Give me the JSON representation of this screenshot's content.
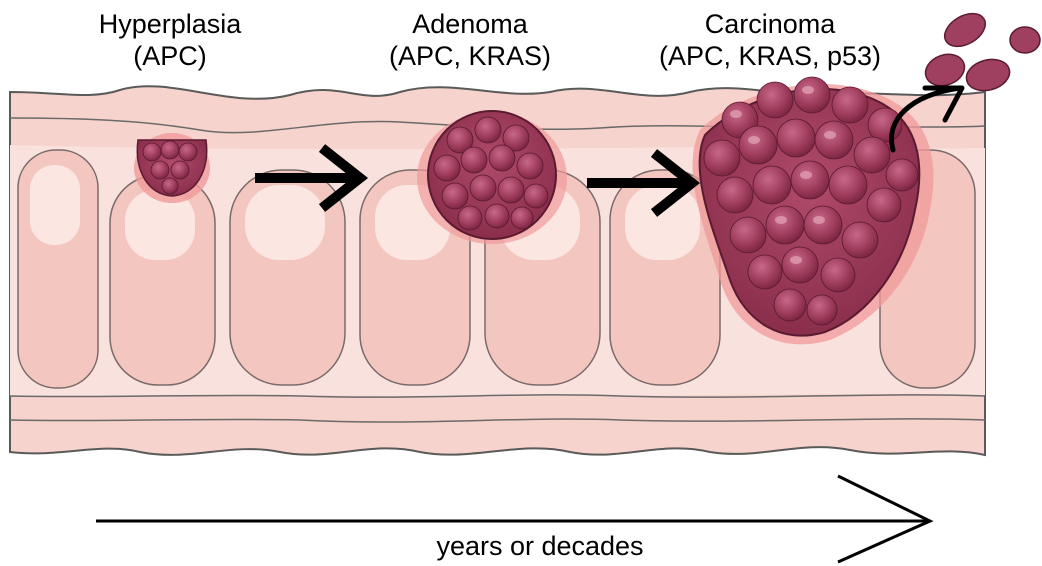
{
  "stages": [
    {
      "title": "Hyperplasia",
      "genes": "(APC)"
    },
    {
      "title": "Adenoma",
      "genes": "(APC, KRAS)"
    },
    {
      "title": "Carcinoma",
      "genes": "(APC, KRAS, p53)"
    }
  ],
  "timeline": {
    "label": "years or decades"
  },
  "colors": {
    "colon_wall": "#f5c9c5",
    "colon_inner": "#f9dcd7",
    "tumor": "#9e3c5a",
    "tumor_light": "#c46482",
    "inflamed": "#f0a0a0",
    "arrow": "#000000"
  }
}
